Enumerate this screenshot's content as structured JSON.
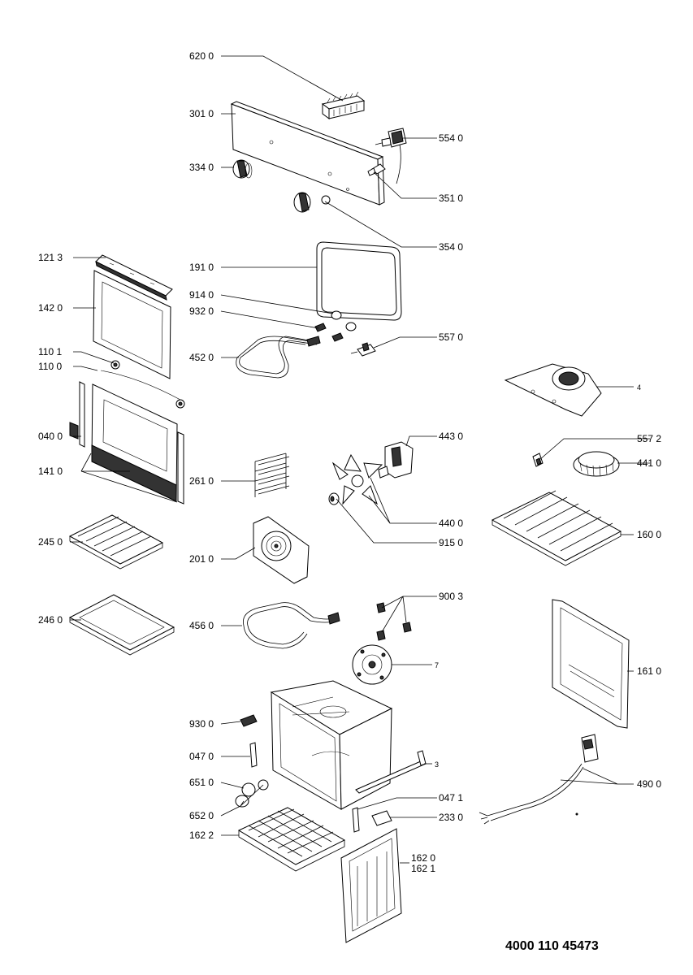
{
  "document_code": "4000 110 45473",
  "labels": {
    "l6200": "620 0",
    "l3010": "301 0",
    "l5540": "554 0",
    "l3340": "334 0",
    "l3510": "351 0",
    "l3540": "354 0",
    "l1213": "121 3",
    "l1910": "191 0",
    "l1420": "142 0",
    "l9140": "914 0",
    "l9320": "932 0",
    "l5570": "557 0",
    "l1101": "110 1",
    "l4520": "452 0",
    "l1100": "110 0",
    "l4": "4",
    "l0400": "040 0",
    "l4430": "443 0",
    "l5572": "557 2",
    "l1410": "141 0",
    "l4410": "441 0",
    "l2610": "261 0",
    "l4400": "440 0",
    "l1600": "160 0",
    "l2450": "245 0",
    "l9150": "915 0",
    "l2010": "201 0",
    "l9003": "900 3",
    "l2460": "246 0",
    "l4560": "456 0",
    "l7": "7",
    "l1610": "161 0",
    "l9300": "930 0",
    "l0470": "047 0",
    "l3": "3",
    "l6510": "651 0",
    "l4900": "490 0",
    "l0471": "047 1",
    "l6520": "652 0",
    "l2330": "233 0",
    "l1622": "162 2",
    "l1620": "162 0",
    "l1621": "162 1"
  }
}
